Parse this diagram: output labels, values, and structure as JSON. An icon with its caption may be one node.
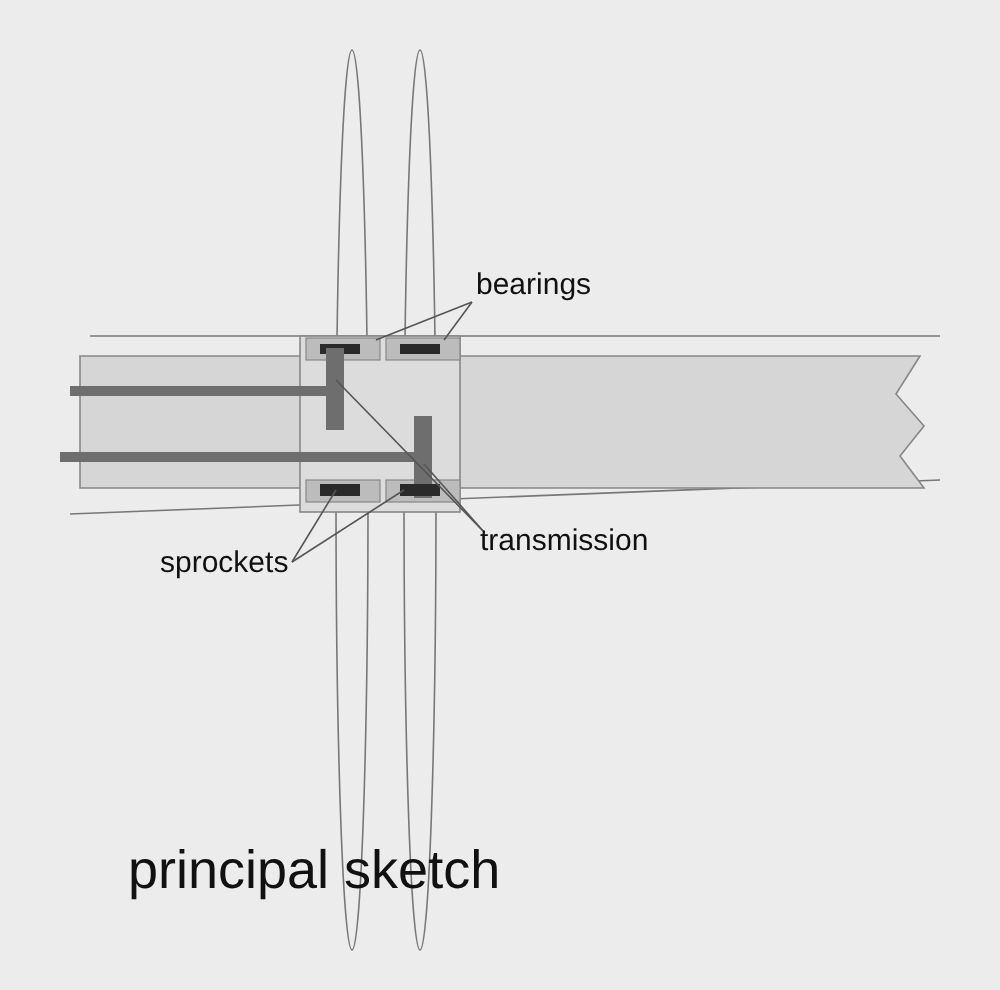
{
  "diagram": {
    "caption": "principal sketch",
    "nodes": [
      {
        "text": [
          "bearings"
        ]
      },
      {
        "text": [],
        "shape": "box"
      },
      {
        "text": [],
        "shape": "box"
      },
      {
        "text": [
          "transmission"
        ]
      },
      {
        "text": [],
        "shape": "bar"
      },
      {
        "text": [],
        "shape": "bar"
      },
      {
        "text": [
          "sprockets"
        ]
      },
      {
        "text": [],
        "shape": "bar"
      },
      {
        "text": [],
        "shape": "bar"
      }
    ],
    "edges": [
      {
        "from": 0,
        "to": 1,
        "arrow": "none"
      },
      {
        "from": 0,
        "to": 2,
        "arrow": "none"
      },
      {
        "from": 3,
        "to": 4,
        "arrow": "none"
      },
      {
        "from": 3,
        "to": 5,
        "arrow": "none"
      },
      {
        "from": 6,
        "to": 7,
        "arrow": "none"
      },
      {
        "from": 6,
        "to": 8,
        "arrow": "none"
      }
    ]
  }
}
